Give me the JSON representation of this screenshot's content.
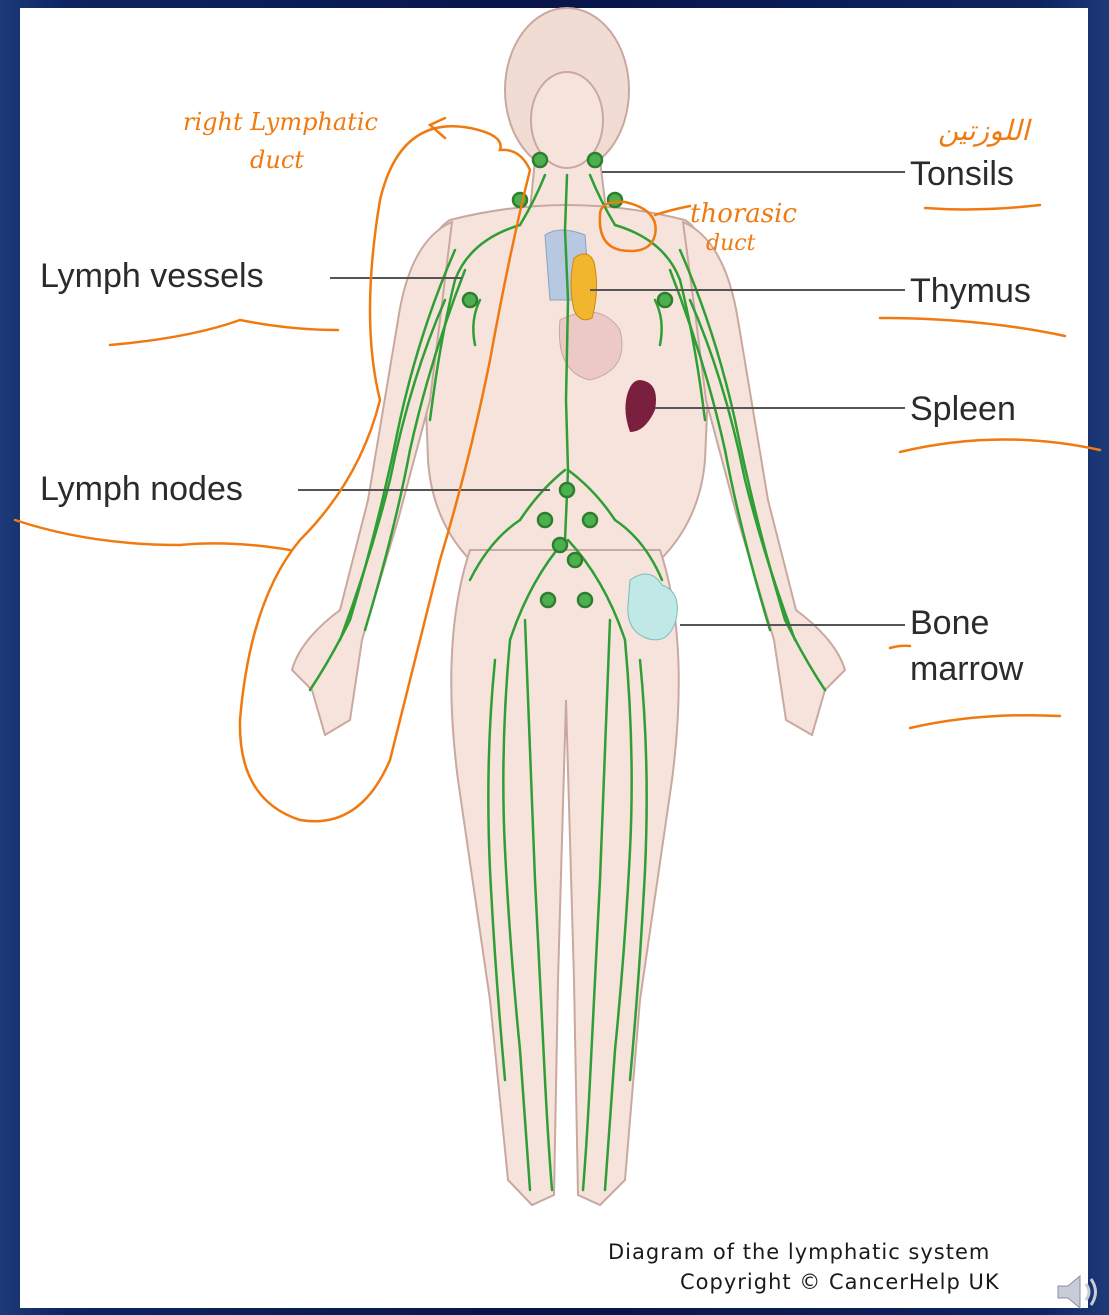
{
  "labels": {
    "tonsils": "Tonsils",
    "thymus": "Thymus",
    "spleen": "Spleen",
    "lymph_vessels": "Lymph vessels",
    "lymph_nodes": "Lymph nodes",
    "bone_marrow_line1": "Bone",
    "bone_marrow_line2": "marrow"
  },
  "caption": {
    "line1": "Diagram of the lymphatic system",
    "line2": "Copyright © CancerHelp UK"
  },
  "annotations": {
    "right_lymphatic_duct_line1": "right Lymphatic",
    "right_lymphatic_duct_line2": "duct",
    "thoracic_duct_line1": "thorasic",
    "thoracic_duct_line2": "duct",
    "arabic_note": "اللوزتين"
  },
  "colors": {
    "background": "#0a1850",
    "panel": "#ffffff",
    "skin": "#f6e4dc",
    "skin_outline": "#c9a8a0",
    "lymph_green": "#2f9e34",
    "spleen": "#7a1f3d",
    "thymus": "#f2b52e",
    "bone_marrow": "#bfe8e6",
    "annotation_orange": "#f07a10",
    "leader_line": "#555555"
  },
  "icons": [
    "speaker-icon"
  ]
}
